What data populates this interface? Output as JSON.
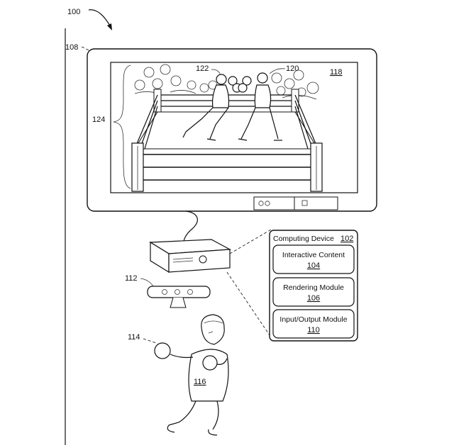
{
  "labels": {
    "figure": "100",
    "display": "108",
    "boxer_left": "122",
    "boxer_right": "120",
    "scene": "118",
    "ring": "124",
    "sensor": "112",
    "user": "114",
    "user_body": "116"
  },
  "computing_device": {
    "title": "Computing Device",
    "title_ref": "102",
    "modules": [
      {
        "name": "Interactive Content",
        "ref": "104"
      },
      {
        "name": "Rendering Module",
        "ref": "106"
      },
      {
        "name": "Input/Output Module",
        "ref": "110"
      }
    ]
  }
}
